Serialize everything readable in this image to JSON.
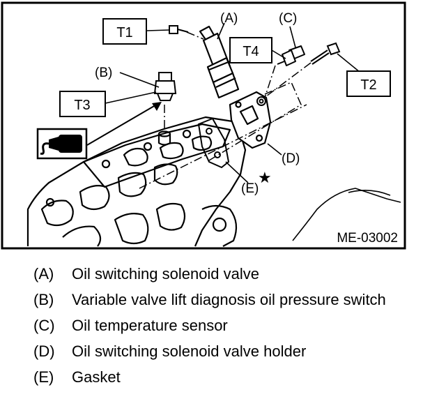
{
  "diagram": {
    "figure_code": "ME-03002",
    "callouts": {
      "a": "(A)",
      "b": "(B)",
      "c": "(C)",
      "d": "(D)",
      "e": "(E)"
    },
    "torque_boxes": {
      "t1": "T1",
      "t2": "T2",
      "t3": "T3",
      "t4": "T4"
    },
    "star_symbol": "★",
    "sealant_icon": "liquid-gasket-icon"
  },
  "legend": [
    {
      "key": "(A)",
      "text": "Oil switching solenoid valve"
    },
    {
      "key": "(B)",
      "text": "Variable valve lift diagnosis oil pressure switch"
    },
    {
      "key": "(C)",
      "text": "Oil temperature sensor"
    },
    {
      "key": "(D)",
      "text": "Oil switching solenoid valve holder"
    },
    {
      "key": "(E)",
      "text": "Gasket"
    }
  ]
}
